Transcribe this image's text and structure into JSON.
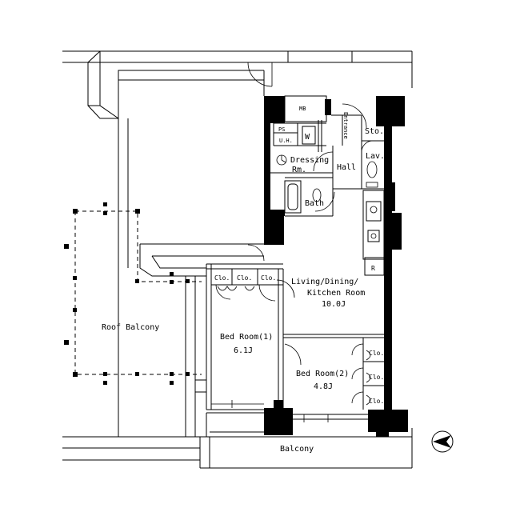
{
  "rooms": {
    "roof_balcony": "Roof Balcony",
    "bedroom1": "Bed Room(1)",
    "bedroom1_size": "6.1J",
    "bedroom2": "Bed Room(2)",
    "bedroom2_size": "4.8J",
    "ldk_line1": "Living/Dining/",
    "ldk_line2": "Kitchen Room",
    "ldk_size": "10.0J",
    "balcony": "Balcony",
    "bath": "Bath",
    "dressing_line1": "Dressing",
    "dressing_line2": "Rm.",
    "hall": "Hall",
    "lav": "Lav.",
    "sto": "Sto.",
    "entrance": "Entrance",
    "wc": "W",
    "mb": "MB",
    "ps": "PS",
    "uh": "U.H.",
    "refrigerator": "R"
  },
  "closets": {
    "top": [
      "Clo.",
      "Clo.",
      "Clo."
    ],
    "side": [
      "Clo.",
      "Clo.",
      "Clo."
    ]
  }
}
